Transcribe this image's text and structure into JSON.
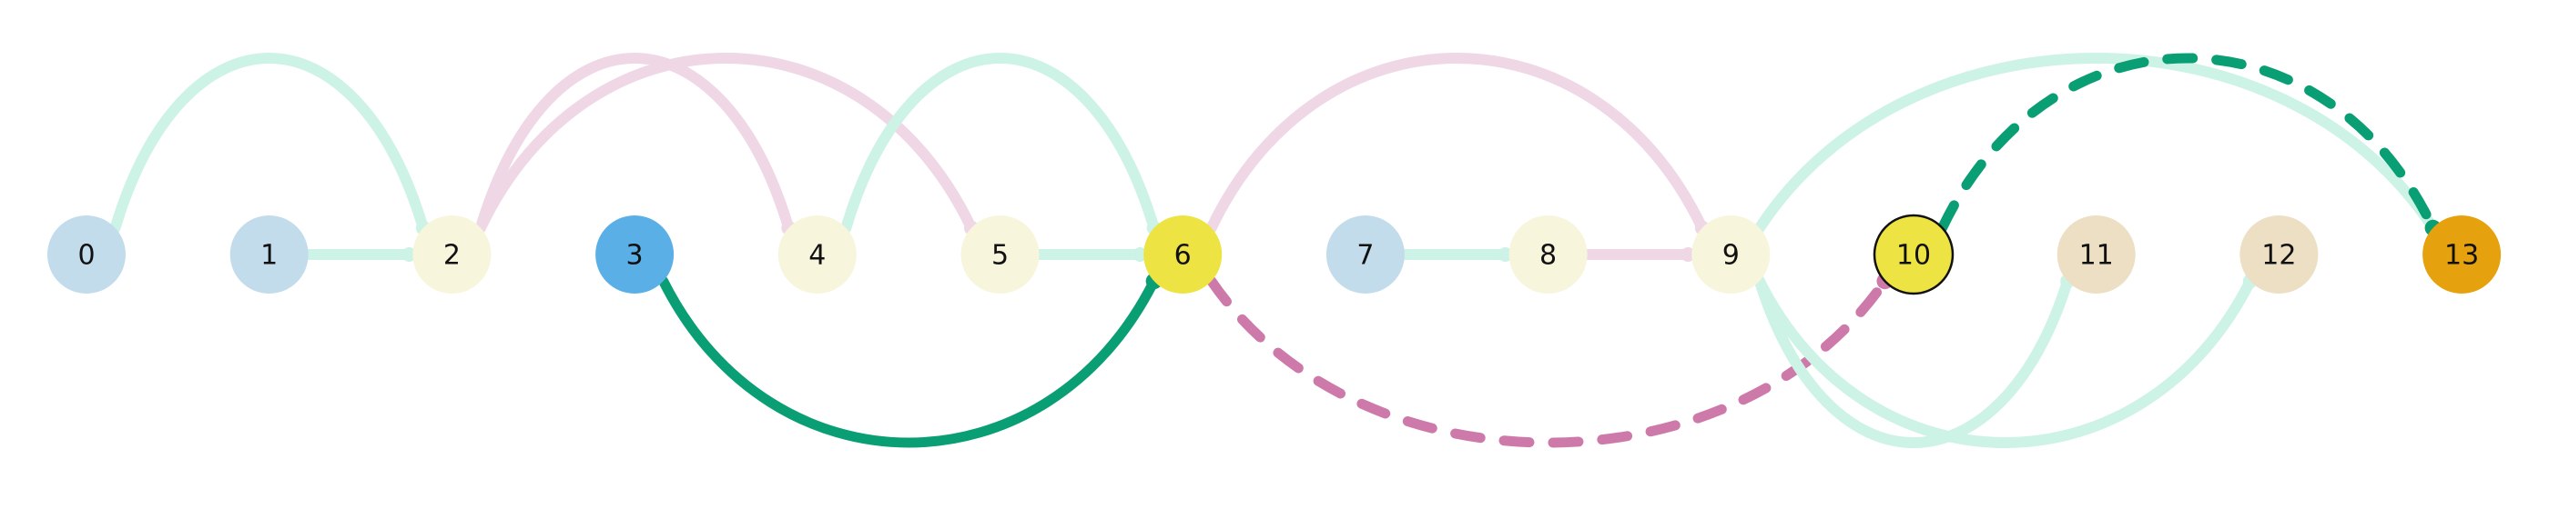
{
  "colors": {
    "mint": "#cdf2e6",
    "pink": "#efd7e6",
    "dark_green": "#0a9e74",
    "magenta": "#cd79aa",
    "light_blue": "#c2dceb",
    "cream": "#f7f5dc",
    "blue": "#5ab0e6",
    "yellow": "#ede443",
    "beige": "#ecdfc3",
    "orange": "#e6a10e",
    "outline": "#111111"
  },
  "nodes": [
    {
      "id": 0,
      "label": "0",
      "color": "light_blue"
    },
    {
      "id": 1,
      "label": "1",
      "color": "light_blue"
    },
    {
      "id": 2,
      "label": "2",
      "color": "cream"
    },
    {
      "id": 3,
      "label": "3",
      "color": "blue"
    },
    {
      "id": 4,
      "label": "4",
      "color": "cream"
    },
    {
      "id": 5,
      "label": "5",
      "color": "cream"
    },
    {
      "id": 6,
      "label": "6",
      "color": "yellow"
    },
    {
      "id": 7,
      "label": "7",
      "color": "light_blue"
    },
    {
      "id": 8,
      "label": "8",
      "color": "cream"
    },
    {
      "id": 9,
      "label": "9",
      "color": "cream"
    },
    {
      "id": 10,
      "label": "10",
      "color": "yellow",
      "outlined": true
    },
    {
      "id": 11,
      "label": "11",
      "color": "beige"
    },
    {
      "id": 12,
      "label": "12",
      "color": "beige"
    },
    {
      "id": 13,
      "label": "13",
      "color": "orange"
    }
  ],
  "edges": [
    {
      "from": 0,
      "to": 2,
      "side": "top",
      "color": "mint",
      "style": "solid"
    },
    {
      "from": 1,
      "to": 2,
      "side": "straight",
      "color": "mint",
      "style": "solid"
    },
    {
      "from": 2,
      "to": 4,
      "side": "top",
      "color": "pink",
      "style": "solid"
    },
    {
      "from": 2,
      "to": 5,
      "side": "top",
      "color": "pink",
      "style": "solid"
    },
    {
      "from": 4,
      "to": 6,
      "side": "top",
      "color": "mint",
      "style": "solid"
    },
    {
      "from": 5,
      "to": 6,
      "side": "straight",
      "color": "mint",
      "style": "solid"
    },
    {
      "from": 3,
      "to": 6,
      "side": "bottom",
      "color": "dark_green",
      "style": "solid"
    },
    {
      "from": 6,
      "to": 9,
      "side": "top",
      "color": "pink",
      "style": "solid"
    },
    {
      "from": 6,
      "to": 10,
      "side": "bottom",
      "color": "magenta",
      "style": "dashed"
    },
    {
      "from": 7,
      "to": 8,
      "side": "straight",
      "color": "mint",
      "style": "solid"
    },
    {
      "from": 8,
      "to": 9,
      "side": "straight",
      "color": "pink",
      "style": "solid"
    },
    {
      "from": 9,
      "to": 11,
      "side": "bottom",
      "color": "mint",
      "style": "solid"
    },
    {
      "from": 9,
      "to": 12,
      "side": "bottom",
      "color": "mint",
      "style": "solid"
    },
    {
      "from": 9,
      "to": 13,
      "side": "top",
      "color": "mint",
      "style": "solid"
    },
    {
      "from": 10,
      "to": 13,
      "side": "top",
      "color": "dark_green",
      "style": "dashed"
    }
  ]
}
